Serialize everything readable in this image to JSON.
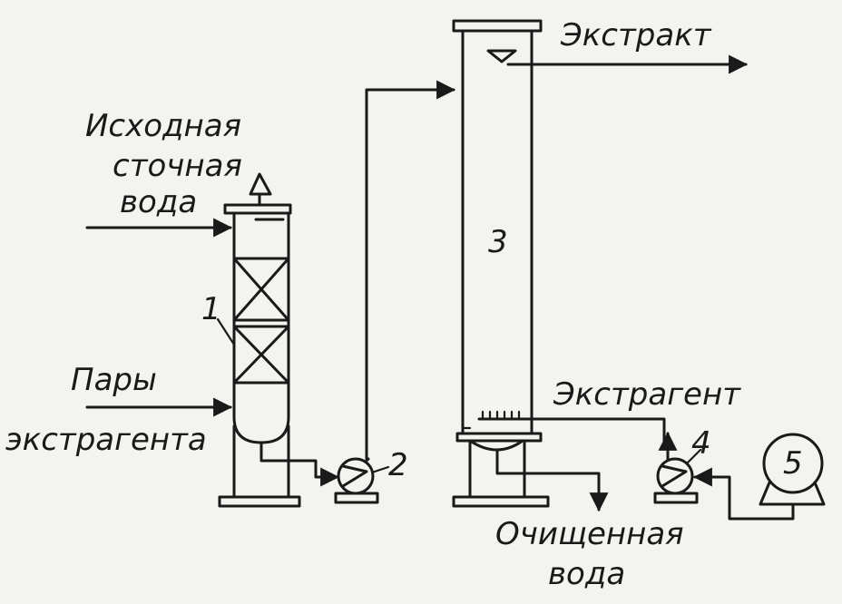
{
  "labels": {
    "source_water": [
      "Исходная",
      "сточная",
      "вода"
    ],
    "extract": "Экстракт",
    "extractant_vapors": [
      "Пары",
      "экстрагента"
    ],
    "extractant": "Экстрагент",
    "purified_water": [
      "Очищенная",
      "вода"
    ]
  },
  "units": {
    "stripper": "1",
    "pump_1": "2",
    "extractor": "3",
    "pump_2": "4",
    "tank": "5"
  }
}
